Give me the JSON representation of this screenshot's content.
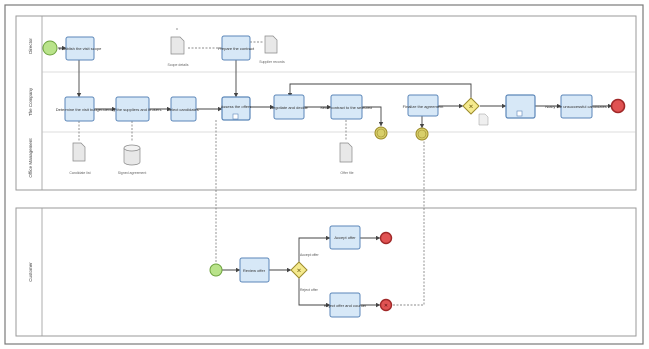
{
  "diagram": {
    "title": "",
    "pools": [
      {
        "id": "main",
        "lanes": [
          {
            "id": "lane-a",
            "label": "Director"
          },
          {
            "id": "lane-b",
            "label": "The Company"
          },
          {
            "id": "lane-c",
            "label": "Office Management"
          }
        ]
      },
      {
        "id": "second",
        "lanes": [
          {
            "id": "lane-d",
            "label": "Customer"
          }
        ]
      }
    ],
    "tasks": [
      {
        "id": "t1",
        "label": "Establish the visit scope"
      },
      {
        "id": "t2",
        "label": "Determine the visit budget"
      },
      {
        "id": "t3",
        "label": "Identify the suppliers and brokers"
      },
      {
        "id": "t4",
        "label": "Select candidates"
      },
      {
        "id": "t5",
        "label": "Assess the offers"
      },
      {
        "id": "t6",
        "label": "Negotiate and decide"
      },
      {
        "id": "t7",
        "label": "Send contract to the selected"
      },
      {
        "id": "t8",
        "label": "Prepare the contract"
      },
      {
        "id": "t9",
        "label": "Finalize the agreement"
      },
      {
        "id": "t10",
        "label": ""
      },
      {
        "id": "t11",
        "label": "Notify the unsuccessful candidates"
      },
      {
        "id": "t12",
        "label": "Review offer"
      },
      {
        "id": "t13",
        "label": "Accept offer"
      },
      {
        "id": "t14",
        "label": "Reject offer and counter"
      }
    ],
    "artifacts": [
      {
        "id": "a1",
        "label": "Scope details"
      },
      {
        "id": "a2",
        "label": "Supplier records"
      },
      {
        "id": "a3",
        "label": "Candidate list"
      },
      {
        "id": "a4",
        "label": "Signed agreement"
      },
      {
        "id": "a5",
        "label": "Offer file"
      }
    ],
    "edge_labels": {
      "accept": "Accept offer",
      "reject": "Reject offer"
    },
    "colors": {
      "task_fill": "#d7e8f7",
      "task_stroke": "#5b86b8",
      "start_fill": "#b9e38a",
      "start_stroke": "#6ea33f",
      "end_fill": "#e05252",
      "end_stroke": "#a02828",
      "gateway_fill": "#f5ea8e",
      "gateway_stroke": "#9b8a2a",
      "intermediate_fill": "#d8cf6a",
      "lane_stroke": "#9a9a9a",
      "frame_stroke": "#7a7a7a",
      "line": "#444444"
    }
  }
}
